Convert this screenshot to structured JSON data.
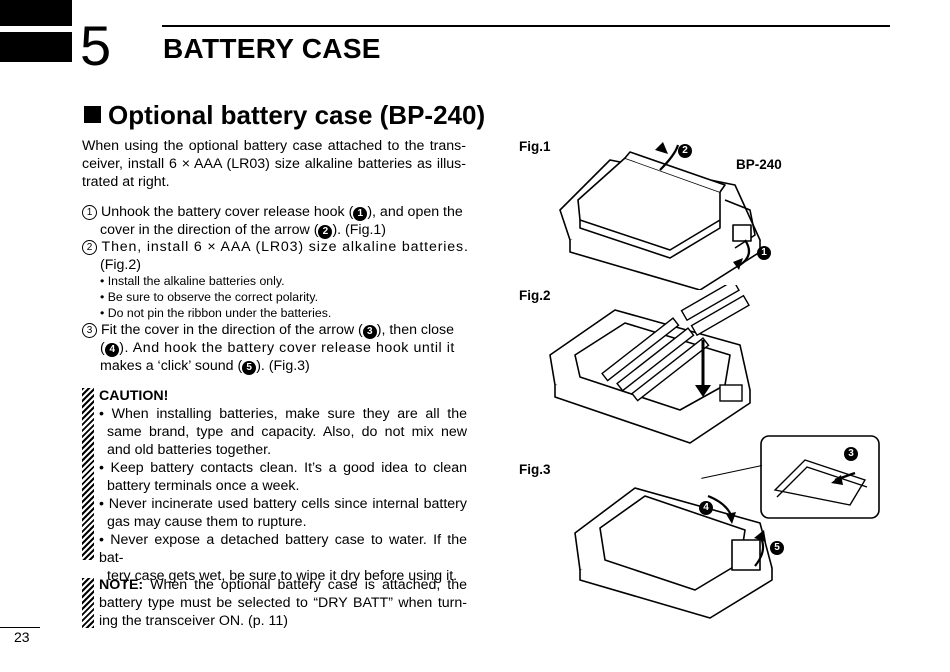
{
  "chapter": {
    "number": "5",
    "title": "BATTERY CASE"
  },
  "section": {
    "title": "Optional battery case (BP-240)"
  },
  "intro": [
    "When using the optional battery case attached to the trans-",
    "ceiver, install 6 × AAA (LR03) size alkaline batteries as illus-",
    "trated at right."
  ],
  "steps": {
    "s1_marker": "1",
    "s1_line1_a": "Unhook the battery cover release hook (",
    "s1_line1_b": "), and open the",
    "s1_line2_a": "cover in the direction of the arrow (",
    "s1_line2_b": "). (Fig.1)",
    "s2_marker": "2",
    "s2_line1": "Then, install 6 × AAA (LR03) size alkaline batteries.",
    "s2_line2": "(Fig.2)",
    "s2_bullets": [
      "• Install the alkaline batteries only.",
      "• Be sure to observe the correct polarity.",
      "• Do not pin the ribbon under the batteries."
    ],
    "s3_marker": "3",
    "s3_line1_a": "Fit the cover in the direction of the arrow (",
    "s3_line1_b": "), then close",
    "s3_line2_a": "(",
    "s3_line2_b": "). And hook the battery cover release hook until it",
    "s3_line3_a": "makes a ‘click’ sound (",
    "s3_line3_b": ").  (Fig.3)"
  },
  "callouts": {
    "c1": "1",
    "c2": "2",
    "c3": "3",
    "c4": "4",
    "c5": "5"
  },
  "caution": {
    "title": "CAUTION!",
    "items": [
      [
        "• When installing batteries, make sure they are all the",
        "same brand, type and capacity. Also, do not mix new",
        "and old batteries together."
      ],
      [
        "• Keep battery contacts clean. It’s a good idea to clean",
        "battery terminals once a week."
      ],
      [
        "• Never incinerate used battery cells since internal battery",
        "gas may cause them to rupture."
      ],
      [
        "• Never expose a detached battery case to water. If the bat-",
        "tery case gets wet, be sure to wipe it dry before using it."
      ]
    ]
  },
  "note": {
    "label": "NOTE:",
    "line1": " When the optional battery case is attached, the",
    "line2": "battery type must be selected to “DRY BATT” when turn-",
    "line3": "ing the transceiver ON. (p. 11)"
  },
  "figures": {
    "fig1": "Fig.1",
    "fig2": "Fig.2",
    "fig3": "Fig.3",
    "model": "BP-240"
  },
  "page_number": "23"
}
